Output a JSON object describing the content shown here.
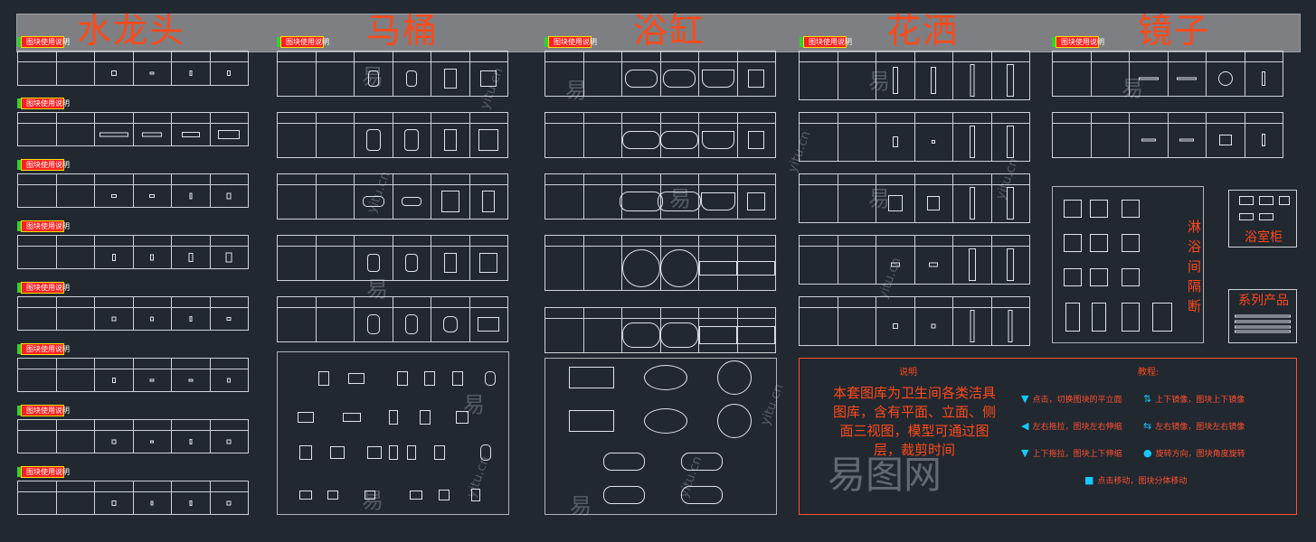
{
  "titles": {
    "faucet": "水龙头",
    "toilet": "马桶",
    "bathtub": "浴缸",
    "shower": "花洒",
    "mirror": "镜子"
  },
  "block_tag": "图块使用说明",
  "side_labels": {
    "shower_partition": "淋浴间隔断",
    "bath_cabinet": "浴室柜",
    "series_product": "系列产品"
  },
  "notes": {
    "explain_title": "说明",
    "explain_body": "本套图库为卫生间各类洁具图库，含有平面、立面、侧面三视图，模型可通过图层，裁剪时间",
    "tutorial_title": "教程:",
    "tutorial_items": [
      {
        "icon": "▼",
        "text": "点击，切换图块的平立面"
      },
      {
        "icon": "⇅",
        "text": "上下镜像，图块上下镜像"
      },
      {
        "icon": "◀",
        "text": "左右拖拉，图块左右伸缩"
      },
      {
        "icon": "⇆",
        "text": "左右镜像，图块左右镜像"
      },
      {
        "icon": "▼",
        "text": "上下拖拉，图块上下伸缩"
      },
      {
        "icon": "●",
        "text": "旋转方向，图块角度旋转"
      },
      {
        "icon": "■",
        "text": "点击移动，图块分体移动"
      }
    ]
  },
  "watermarks": [
    "易",
    "yitu.cn",
    "易图网"
  ],
  "colors": {
    "background": "#212830",
    "title_red": "#ff4a1a",
    "line": "#cfd3d8",
    "accent_cyan": "#19c8ff",
    "tag_red": "#ff2020"
  }
}
